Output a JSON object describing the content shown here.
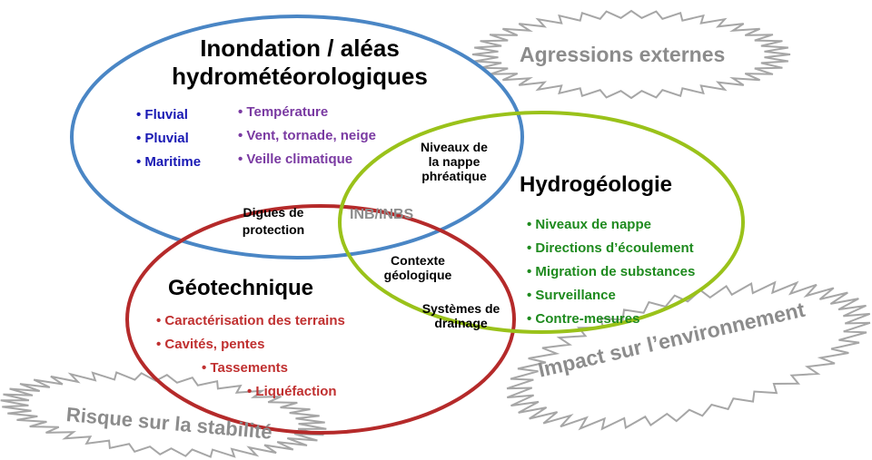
{
  "colors": {
    "blue": "#4a86c5",
    "green": "#9ac21a",
    "red": "#b52a2a",
    "list_blue": "#1a1ab4",
    "list_purple": "#7a3aa2",
    "list_green": "#1e8a1e",
    "list_red": "#c03030",
    "burst_text": "#8c8c8c",
    "burst_stroke": "#a6a6a6"
  },
  "inondation": {
    "title_line1": "Inondation / aléas",
    "title_line2": "hydrométéorologiques",
    "list_left": [
      "Fluvial",
      "Pluvial",
      "Maritime"
    ],
    "list_right": [
      "Température",
      "Vent, tornade, neige",
      "Veille climatique"
    ]
  },
  "hydrogeologie": {
    "title": "Hydrogéologie",
    "items": [
      "Niveaux de nappe",
      "Directions d’écoulement",
      "Migration de substances",
      "Surveillance",
      "Contre-mesures"
    ]
  },
  "geotechnique": {
    "title": "Géotechnique",
    "items": [
      "Caractérisation des terrains",
      "Cavités, pentes",
      "Tassements",
      "Liquéfaction"
    ]
  },
  "overlaps": {
    "nappe_line1": "Niveaux de",
    "nappe_line2": "la nappe",
    "nappe_line3": "phréatique",
    "digues_line1": "Digues de",
    "digues_line2": "protection",
    "center": "INB/INBS",
    "contexte_line1": "Contexte",
    "contexte_line2": "géologique",
    "drainage_line1": "Systèmes de",
    "drainage_line2": "drainage"
  },
  "bursts": {
    "agressions": "Agressions externes",
    "impact": "Impact sur l’environnement",
    "stabilite": "Risque sur la stabilité"
  }
}
